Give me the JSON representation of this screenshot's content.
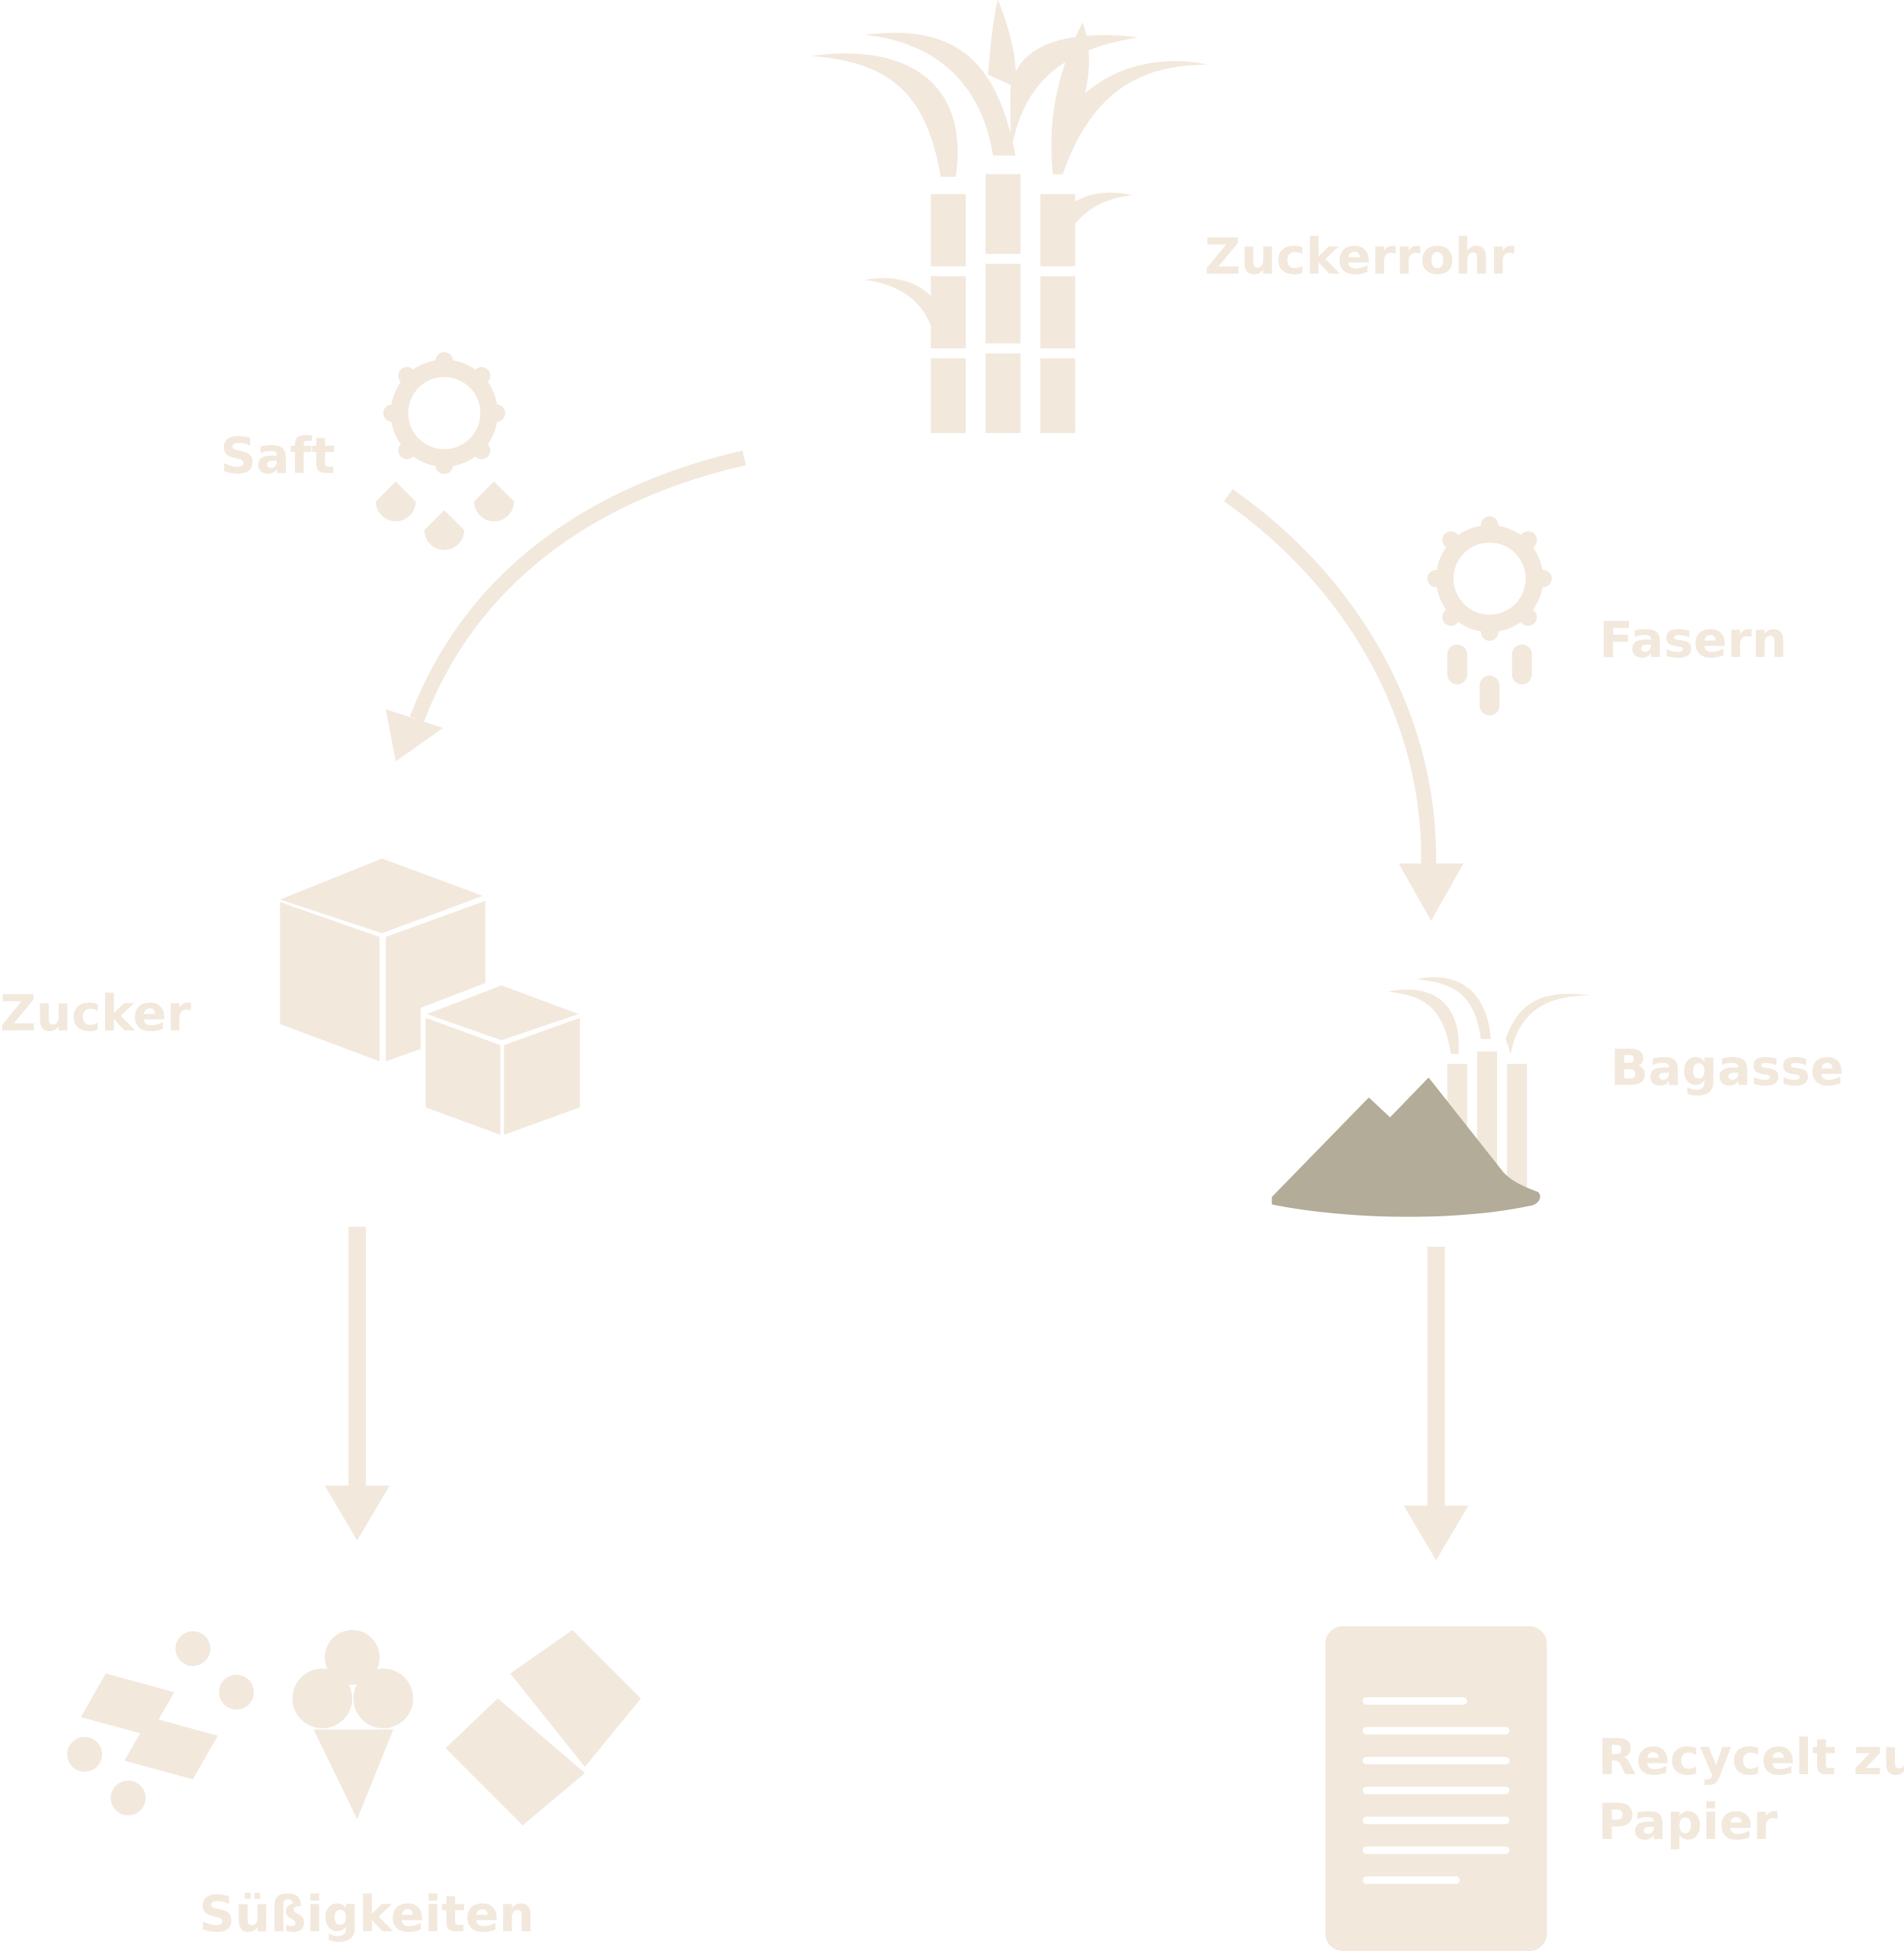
{
  "colors": {
    "beige": "#F2E8DC",
    "bagasse": "#B2AC98",
    "background": "#FFFFFF"
  },
  "labels": {
    "zuckerrohr": "Zuckerrohr",
    "saft": "Saft",
    "fasern": "Fasern",
    "zucker": "Zucker",
    "bagasse": "Bagasse",
    "suessigkeiten": "Süßigkeiten",
    "recycelt_line1": "Recycelt zu",
    "recycelt_line2": "Papier"
  },
  "icons": [
    "sugarcane-icon",
    "gear-drops-icon",
    "gear-fibers-icon",
    "sugar-cubes-icon",
    "bagasse-pile-icon",
    "candy-icon",
    "ice-cream-icon",
    "chocolate-icon",
    "paper-icon"
  ]
}
